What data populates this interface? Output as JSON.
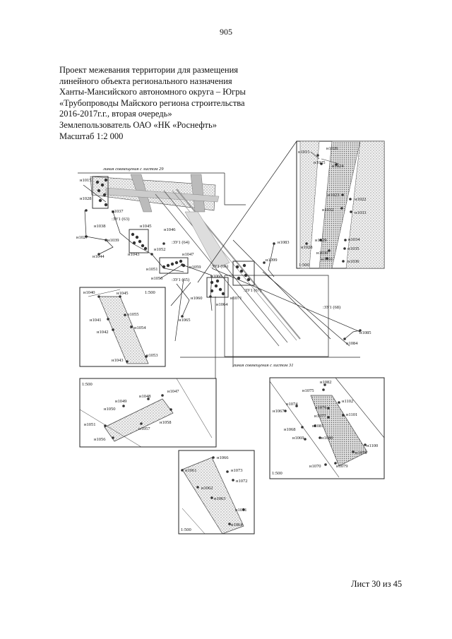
{
  "page_number": "905",
  "title_lines": [
    "Проект межевания территории для размещения",
    "линейного объекта регионального назначения",
    "Ханты-Мансийского автономного округа – Югры",
    "«Трубопроводы Майского региона строительства",
    "2016-2017г.г., вторая очередь»",
    "Землепользователь ОАО «НК «Роснефть»",
    "Масштаб 1:2 000"
  ],
  "sheet_label": "Лист 30 из 45",
  "map": {
    "line_top": "линия совмещения с листом 29",
    "line_bottom": "линия совмещения с листом 31",
    "parcels": [
      ":ЗУ1 (63)",
      ":ЗУ1 (64)",
      ":ЗУ1 (65)",
      ":ЗУ1 (66)",
      ":ЗУ1 (67)",
      ":ЗУ1 (68)"
    ],
    "main_points": [
      "н1015",
      "н1028",
      "н1037",
      "н1038",
      "н1027",
      "н1039",
      "н1044",
      "н1045",
      "н1043",
      "н1046",
      "н1052",
      "н1047",
      "н1051",
      "н1056",
      "н1059",
      "н1066",
      "н1060",
      "н1071",
      "н1064",
      "н1065",
      "н1083",
      "н1099",
      "н1085",
      "н1084"
    ],
    "scale": "1:500",
    "insets": {
      "top_right": [
        "н1015",
        "н1026",
        "н1025",
        "н1024",
        "н1023",
        "н1022",
        "н1032",
        "н1033",
        "н1029",
        "н1028",
        "н1034",
        "н1030",
        "н1031",
        "н1035",
        "н1036"
      ],
      "left": [
        "н1040",
        "н1045",
        "н1041",
        "н1055",
        "н1042",
        "н1054",
        "н1053",
        "н1043"
      ],
      "bottom_left": [
        "н1048",
        "н1047",
        "н1049",
        "н1050",
        "н1058",
        "н1051",
        "н1057",
        "н1056"
      ],
      "bottom_right": [
        "н1082",
        "н1075",
        "н1102",
        "н1074",
        "н1076",
        "н1067",
        "н1077",
        "н1101",
        "н1068",
        "н1081",
        "н1069",
        "н1080",
        "н1100",
        "н1078",
        "н1070",
        "н1079"
      ],
      "bottom_center": [
        "н1066",
        "н1073",
        "н1061",
        "н1072",
        "н1062",
        "н1063",
        "н1071",
        "н1064"
      ]
    }
  }
}
